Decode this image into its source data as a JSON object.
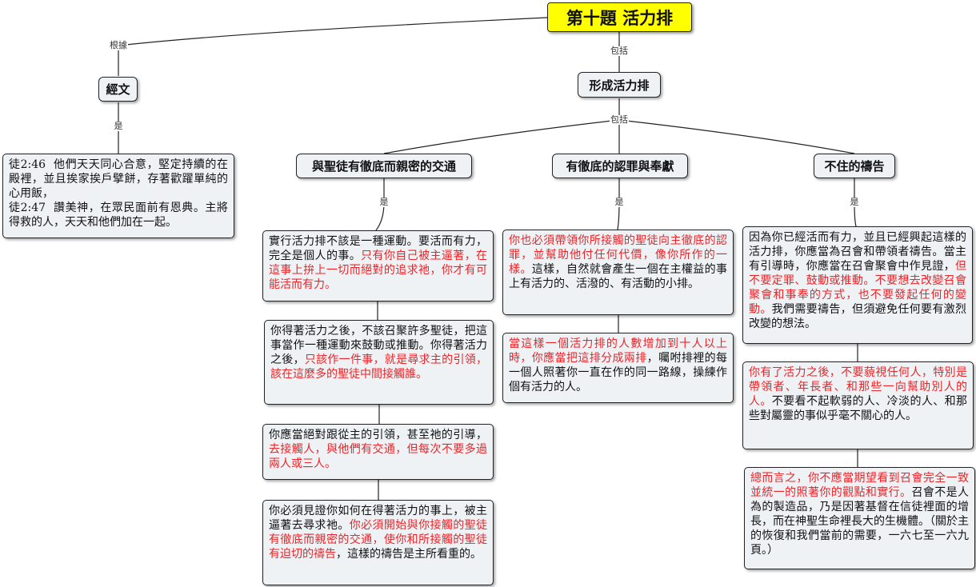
{
  "root": {
    "title": "第十題  活力排"
  },
  "link_labels": {
    "basis": "根據",
    "includes": "包括",
    "is": "是"
  },
  "scripture": {
    "title": "經文",
    "text": "徒2:46  他們天天同心合意，堅定持續的在殿裡，並且挨家挨戶擘餅，存著歡躍單純的心用飯，\n徒2:47  讚美神，在眾民面前有恩典。主將得救的人，天天和他們加在一起。"
  },
  "forming": {
    "title": "形成活力排"
  },
  "branches": [
    {
      "title": "與聖徒有徹底而親密的交通",
      "notes": [
        [
          {
            "t": "實行活力排不該是一種運動。要活而有力，完全是個人的事。",
            "red": false
          },
          {
            "t": "只有你自己被主逼著，在這事上拚上一切而絕對的追求祂，你才有可能活而有力。",
            "red": true
          }
        ],
        [
          {
            "t": "你得著活力之後，不該召聚許多聖徒，把這事當作一種運動來鼓動或推動。你得著活力之後，",
            "red": false
          },
          {
            "t": "只該作一件事，就是尋求主的引領，該在這麼多的聖徒中間接觸誰。",
            "red": true
          }
        ],
        [
          {
            "t": "你應當絕對跟從主的引領，甚至祂的引導，",
            "red": false
          },
          {
            "t": "去接觸人，與他們有交通，但每次不要多過兩人或三人。",
            "red": true
          }
        ],
        [
          {
            "t": "你必須見證你如何在得著活力的事上，被主逼著去尋求祂。",
            "red": false
          },
          {
            "t": "你必須開始與你接觸的聖徒有徹底而親密的交通，使你和所接觸的聖徒有迫切的禱告",
            "red": true
          },
          {
            "t": "，這樣的禱告是主所看重的。",
            "red": false
          }
        ]
      ]
    },
    {
      "title": "有徹底的認罪與奉獻",
      "notes": [
        [
          {
            "t": "你也必須帶領你所接觸的聖徒向主徹底的認罪，並幫助他付任何代價，像你所作的一樣。",
            "red": true
          },
          {
            "t": "這樣，自然就會產生一個在主權益的事上有活力的、活潑的、有活動的小排。",
            "red": false
          }
        ],
        [
          {
            "t": "當這樣一個活力排的人數增加到十人以上時，你應當把這排分成兩排",
            "red": true
          },
          {
            "t": "，囑咐排裡的每一個人照著你一直在作的同一路線，操練作個有活力的人。",
            "red": false
          }
        ]
      ]
    },
    {
      "title": "不住的禱告",
      "notes": [
        [
          {
            "t": "因為你已經活而有力，並且已經興起這樣的活力排，你應當為召會和帶領者禱告。當主有引導時，你應當在召會聚會中作見證，",
            "red": false
          },
          {
            "t": "但不要定罪、鼓動或推動。不要想去改變召會聚會和事奉的方式，也不要發起任何的變動。",
            "red": true
          },
          {
            "t": "我們需要禱告，但須避免任何要有激烈改變的想法。",
            "red": false
          }
        ],
        [
          {
            "t": "你有了活力之後，不要藐視任何人，特別是帶領者、年長者、和那些一向幫助別人的人。",
            "red": true
          },
          {
            "t": "不要看不起軟弱的人、冷淡的人、和那些對屬靈的事似乎毫不關心的人。",
            "red": false
          }
        ],
        [
          {
            "t": "總而言之，你不應當期望看到召會完全一致並統一的照著你的觀點和實行。",
            "red": true
          },
          {
            "t": "召會不是人為的製造品，乃是因著基督在信徒裡面的增長，而在神聖生命裡長大的生機體。（關於主的恢復和我們當前的需要，一六七至一六九頁。）",
            "red": false
          }
        ]
      ]
    }
  ]
}
